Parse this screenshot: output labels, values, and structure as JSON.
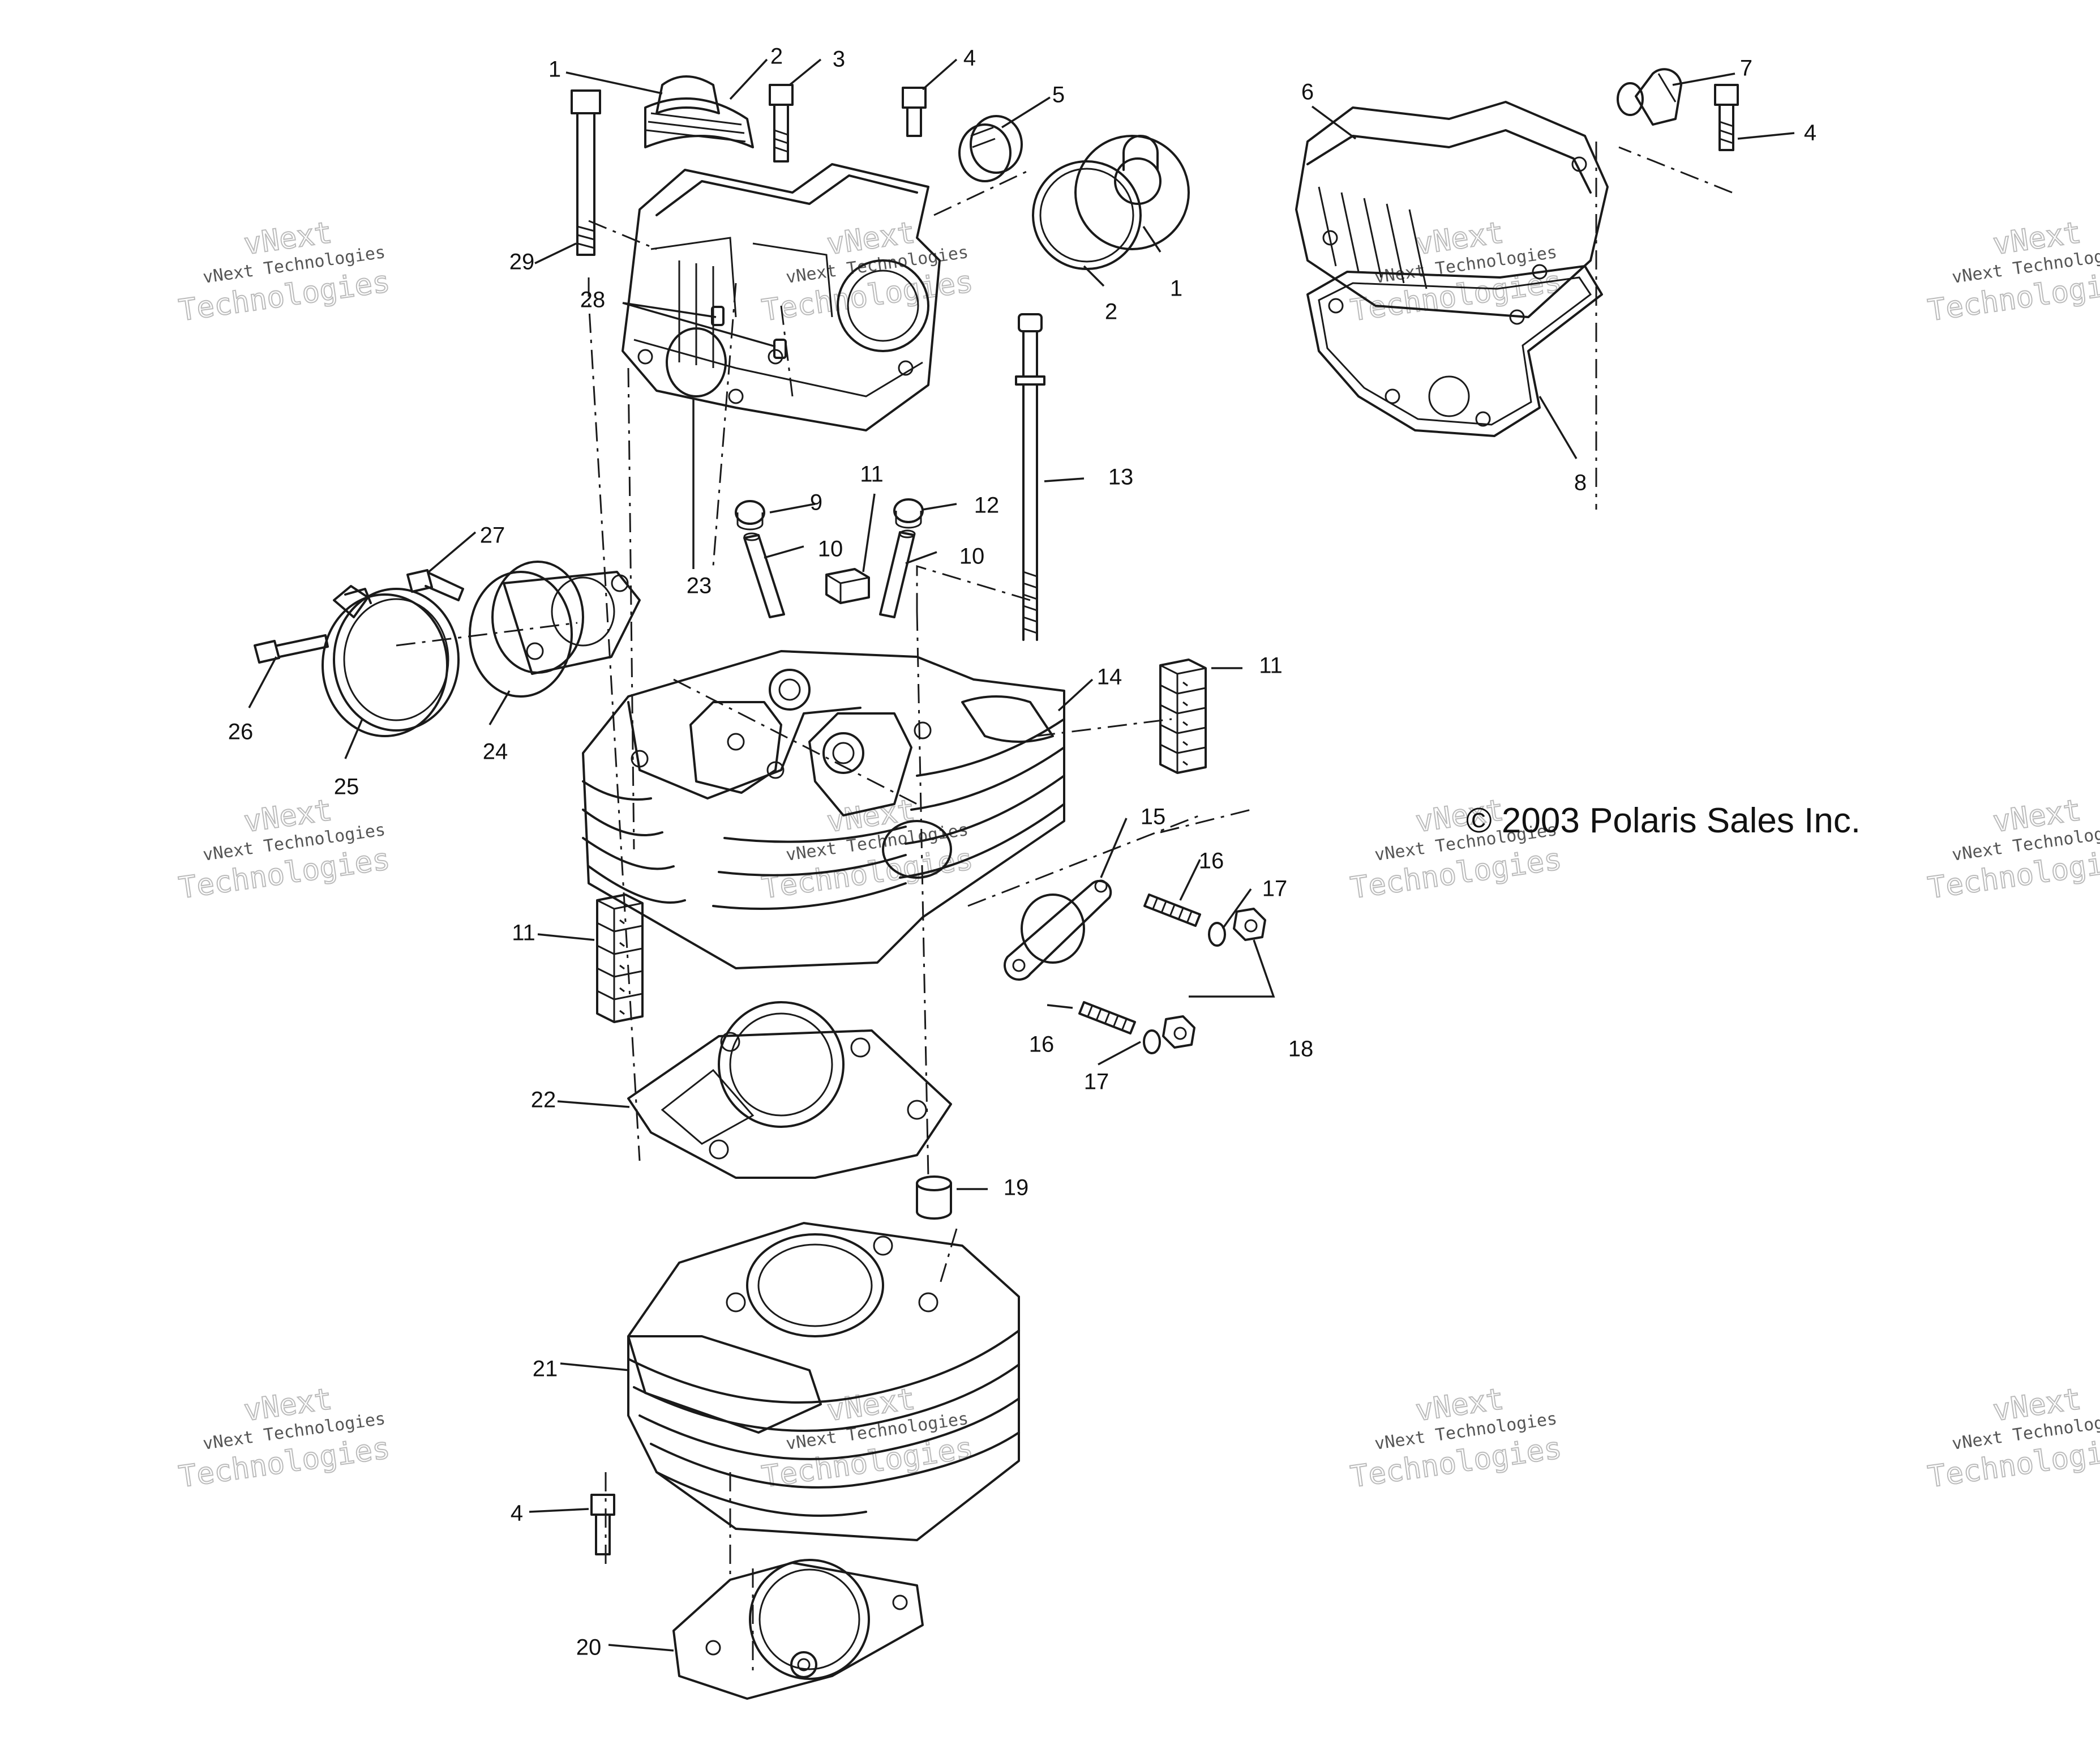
{
  "copyright": "© 2003 Polaris Sales Inc.",
  "watermark": {
    "line_small": "vNext Technologies",
    "line_big_1": "vNext",
    "line_big_2": "Technologies"
  },
  "callouts": {
    "c1a": "1",
    "c1b": "1",
    "c2a": "2",
    "c2b": "2",
    "c3": "3",
    "c4a": "4",
    "c4b": "4",
    "c4c": "4",
    "c5": "5",
    "c6": "6",
    "c7": "7",
    "c8": "8",
    "c9": "9",
    "c10a": "10",
    "c10b": "10",
    "c11a": "11",
    "c11b": "11",
    "c11c": "11",
    "c12": "12",
    "c13": "13",
    "c14": "14",
    "c15": "15",
    "c16a": "16",
    "c16b": "16",
    "c17a": "17",
    "c17b": "17",
    "c18": "18",
    "c19": "19",
    "c20": "20",
    "c21": "21",
    "c22": "22",
    "c23": "23",
    "c24": "24",
    "c25": "25",
    "c26": "26",
    "c27": "27",
    "c28": "28",
    "c29": "29"
  }
}
